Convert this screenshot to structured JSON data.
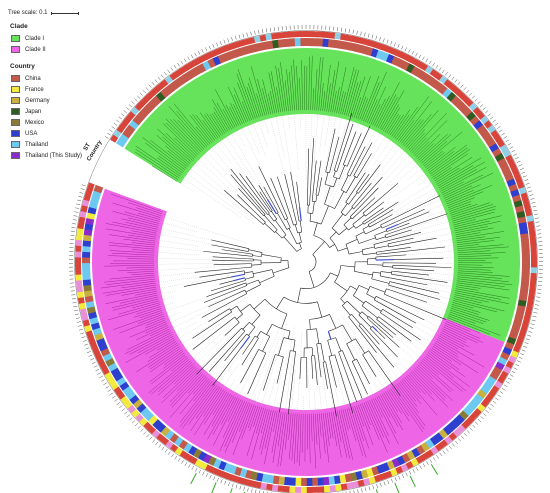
{
  "scale": {
    "label": "Tree scale: 0.1"
  },
  "ring_labels": {
    "st": "ST",
    "country": "Country"
  },
  "legend": {
    "clade_title": "Clade",
    "clades": [
      {
        "label": "Clade I",
        "color": "#66e35a"
      },
      {
        "label": "Clade II",
        "color": "#ee66e6"
      }
    ],
    "country_title": "Country",
    "countries": [
      {
        "label": "China",
        "color": "#c2594a"
      },
      {
        "label": "France",
        "color": "#f2ea3c"
      },
      {
        "label": "Germany",
        "color": "#c9b03f"
      },
      {
        "label": "Japan",
        "color": "#2e5c22"
      },
      {
        "label": "Mexico",
        "color": "#8a7a3a"
      },
      {
        "label": "USA",
        "color": "#2e3fcf"
      },
      {
        "label": "Thailand",
        "color": "#6ec9f0"
      },
      {
        "label": "Thailand (This Study)",
        "color": "#8b2bc9"
      }
    ]
  },
  "colors": {
    "clade_i_leaf_text": "#1a6d12",
    "clade_ii_leaf_text": "#9b1a8f",
    "highlight_branch": "#3c4fd1",
    "green_annotation": "#3aa82a",
    "red_annotation": "#e0302a"
  }
}
